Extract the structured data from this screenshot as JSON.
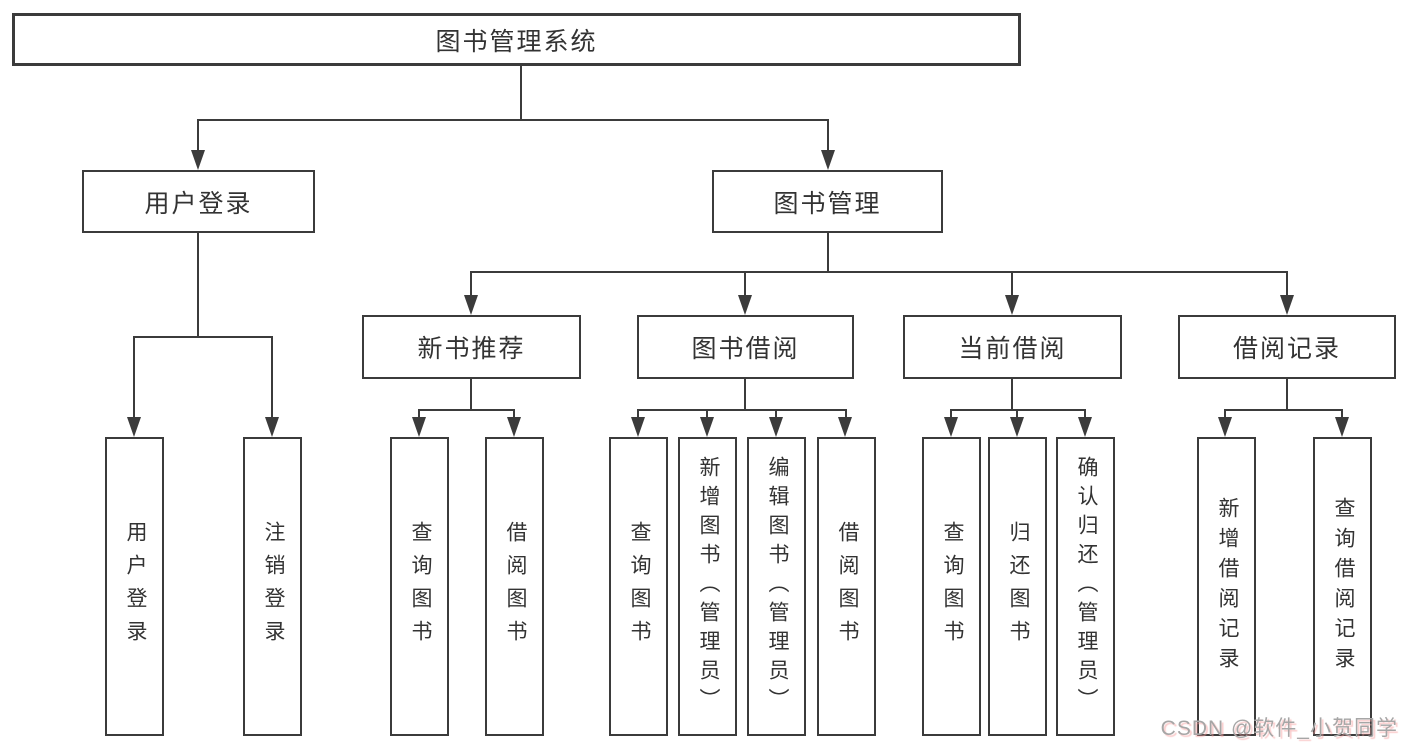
{
  "diagram": {
    "root": "图书管理系统",
    "branches": [
      {
        "label": "用户登录",
        "children": [
          "用户登录",
          "注销登录"
        ]
      },
      {
        "label": "图书管理",
        "groups": [
          {
            "label": "新书推荐",
            "children": [
              "查询图书",
              "借阅图书"
            ]
          },
          {
            "label": "图书借阅",
            "children": [
              "查询图书",
              "新增图书（管理员）",
              "编辑图书（管理员）",
              "借阅图书"
            ]
          },
          {
            "label": "当前借阅",
            "children": [
              "查询图书",
              "归还图书",
              "确认归还（管理员）"
            ]
          },
          {
            "label": "借阅记录",
            "children": [
              "新增借阅记录",
              "查询借阅记录"
            ]
          }
        ]
      }
    ]
  },
  "watermark": "CSDN @软件_小贺同学",
  "colors": {
    "line": "#3b3b3b",
    "text": "#333333",
    "background": "#ffffff",
    "watermark": "#a6a6a6",
    "watermark_shadow": "#f5a0a0"
  }
}
